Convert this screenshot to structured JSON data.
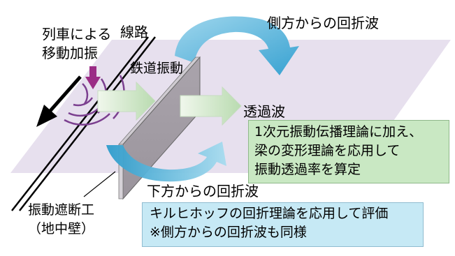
{
  "labels": {
    "train_line1": "列車による",
    "train_line2": "移動加振",
    "track": "線路",
    "rail_vibration": "鉄道振動",
    "side_diffraction": "側方からの回折波",
    "transmitted_wave": "透過波",
    "bottom_diffraction": "下方からの回折波",
    "barrier_line1": "振動遮断工",
    "barrier_line2": "（地中壁）"
  },
  "green_box": {
    "line1": "1次元振動伝播理論に加え、",
    "line2": "梁の変形理論を応用して",
    "line3": "振動透過率を算定"
  },
  "blue_box": {
    "line1": "キルヒホッフの回折理論を応用して評価",
    "line2": "※側方からの回折波も同様"
  },
  "colors": {
    "ground_plane": "#e7e0ee",
    "barrier_front": "#a9a3aa",
    "wave_rings": "#7b3f8f",
    "train_arrow": "#9b2c86",
    "curved_arrows": "#5fb8dd",
    "wave_arrows": "#cfe8c9"
  }
}
